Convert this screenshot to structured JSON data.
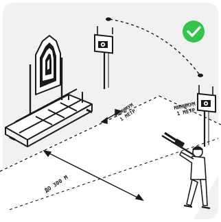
{
  "scene": {
    "distance_label": "ДО 300 М",
    "min_distance_line1": "МИНИМУМ",
    "min_distance_line2": "1 МЕТР",
    "side_min_line1": "МИНИМУМ",
    "side_min_line2": "1 МЕТР"
  },
  "colors": {
    "background": "#ffffff",
    "panel": "#f1f1f1",
    "ink": "#1a1a1a",
    "check_badge": "#33c44a"
  },
  "icons": [
    "check-icon",
    "target-icon",
    "sensor-icon"
  ]
}
